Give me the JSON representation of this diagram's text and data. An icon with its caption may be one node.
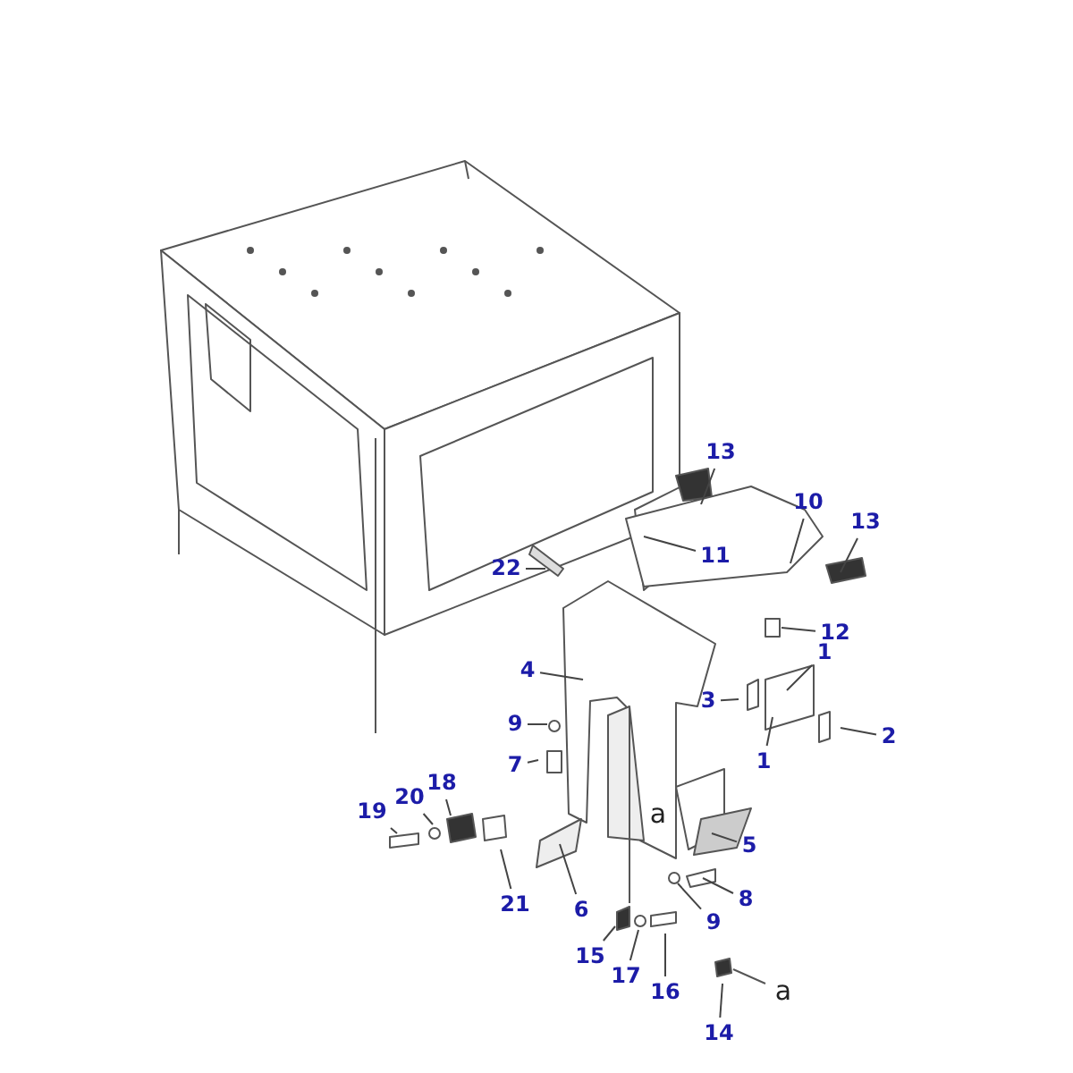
{
  "diagram": {
    "nodes": [
      {
        "text": [
          "13"
        ]
      },
      {
        "text": [
          "10"
        ]
      },
      {
        "text": [
          "13"
        ]
      },
      {
        "text": [
          "22"
        ]
      },
      {
        "text": [
          "11"
        ]
      },
      {
        "text": [
          "12"
        ]
      },
      {
        "text": [
          "4"
        ]
      },
      {
        "text": [
          "1"
        ]
      },
      {
        "text": [
          "3"
        ]
      },
      {
        "text": [
          "1"
        ]
      },
      {
        "text": [
          "2"
        ]
      },
      {
        "text": [
          "9"
        ]
      },
      {
        "text": [
          "7"
        ]
      },
      {
        "text": [
          "18"
        ]
      },
      {
        "text": [
          "20"
        ]
      },
      {
        "text": [
          "19"
        ]
      },
      {
        "text": [
          "5"
        ]
      },
      {
        "text": [
          "21"
        ]
      },
      {
        "text": [
          "6"
        ]
      },
      {
        "text": [
          "8"
        ]
      },
      {
        "text": [
          "9"
        ]
      },
      {
        "text": [
          "15"
        ]
      },
      {
        "text": [
          "17"
        ]
      },
      {
        "text": [
          "16"
        ]
      },
      {
        "text": [
          "14"
        ]
      }
    ],
    "edges": [
      {
        "from": 0,
        "to": null,
        "arrow": "none"
      },
      {
        "from": 1,
        "to": null,
        "arrow": "none"
      },
      {
        "from": 2,
        "to": null,
        "arrow": "none"
      },
      {
        "from": 3,
        "to": null,
        "arrow": "none"
      },
      {
        "from": 4,
        "to": null,
        "arrow": "none"
      },
      {
        "from": 5,
        "to": null,
        "arrow": "none"
      },
      {
        "from": 6,
        "to": null,
        "arrow": "none"
      },
      {
        "from": 7,
        "to": null,
        "arrow": "none"
      },
      {
        "from": 8,
        "to": null,
        "arrow": "none"
      },
      {
        "from": 9,
        "to": null,
        "arrow": "none"
      },
      {
        "from": 10,
        "to": null,
        "arrow": "none"
      },
      {
        "from": 11,
        "to": null,
        "arrow": "none"
      },
      {
        "from": 12,
        "to": null,
        "arrow": "none"
      },
      {
        "from": 13,
        "to": null,
        "arrow": "none"
      },
      {
        "from": 14,
        "to": null,
        "arrow": "none"
      },
      {
        "from": 15,
        "to": null,
        "arrow": "none"
      },
      {
        "from": 16,
        "to": null,
        "arrow": "none"
      },
      {
        "from": 17,
        "to": null,
        "arrow": "none"
      },
      {
        "from": 18,
        "to": null,
        "arrow": "none"
      },
      {
        "from": 19,
        "to": null,
        "arrow": "none"
      },
      {
        "from": 20,
        "to": null,
        "arrow": "none"
      },
      {
        "from": 21,
        "to": null,
        "arrow": "none"
      },
      {
        "from": 22,
        "to": null,
        "arrow": "none"
      },
      {
        "from": 23,
        "to": null,
        "arrow": "none"
      },
      {
        "from": 24,
        "to": null,
        "arrow": "none"
      }
    ],
    "labels": [
      "a",
      "a"
    ]
  }
}
